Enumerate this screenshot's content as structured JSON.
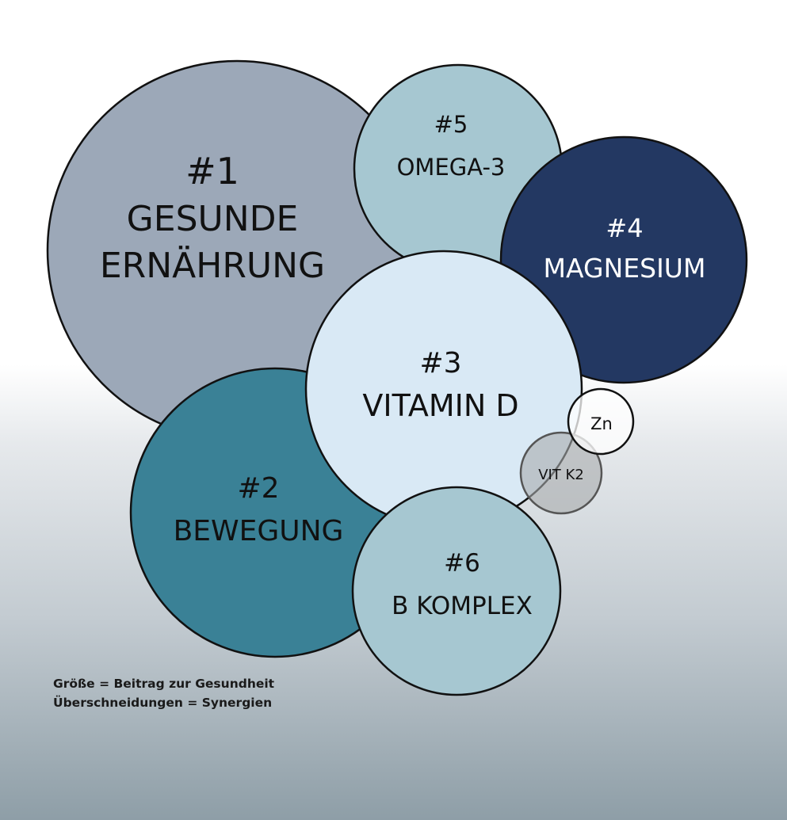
{
  "bubbles": [
    {
      "rank": "#1",
      "label_lines": [
        "GESUNDE",
        "ERNÄHRUNG"
      ],
      "color": "#9ca8b8"
    },
    {
      "rank": "#2",
      "label": "BEWEGUNG",
      "color": "#3a8196"
    },
    {
      "rank": "#3",
      "label": "VITAMIN D",
      "color": "#d9e9f5"
    },
    {
      "rank": "#4",
      "label": "MAGNESIUM",
      "color": "#233862"
    },
    {
      "rank": "#5",
      "label": "OMEGA-3",
      "color": "#a6c7d1"
    },
    {
      "rank": "#6",
      "label": "B KOMPLEX",
      "color": "#a6c7d1"
    },
    {
      "label": "Zn",
      "color": "#ffffff"
    },
    {
      "label": "VIT K2",
      "color": "#a9abad"
    }
  ],
  "legend": {
    "line1": "Größe = Beitrag zur Gesundheit",
    "line2": "Überschneidungen = Synergien"
  }
}
